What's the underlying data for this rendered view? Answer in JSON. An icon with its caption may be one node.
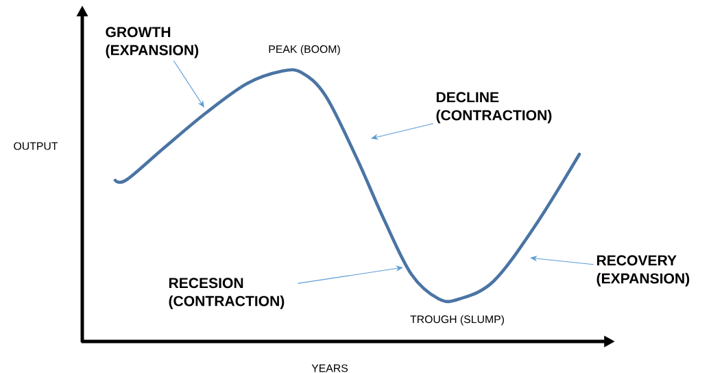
{
  "diagram": {
    "nodes": [
      {
        "text": [
          "GROWTH (EXPANSION)"
        ]
      },
      {
        "text": [
          "DECLINE (CONTRACTION)"
        ]
      },
      {
        "text": [
          "RECESION (CONTRACTION)"
        ]
      },
      {
        "text": [
          "RECOVERY (EXPANSION)"
        ]
      }
    ],
    "edges": [
      {
        "from": 0,
        "to": null,
        "arrow": "to"
      },
      {
        "from": 1,
        "to": null,
        "arrow": "to"
      },
      {
        "from": 2,
        "to": null,
        "arrow": "to"
      },
      {
        "from": 3,
        "to": null,
        "arrow": "to"
      }
    ],
    "labels": [
      "PEAK (BOOM)",
      "TROUGH (SLUMP)",
      "OUTPUT",
      "YEARS"
    ]
  }
}
